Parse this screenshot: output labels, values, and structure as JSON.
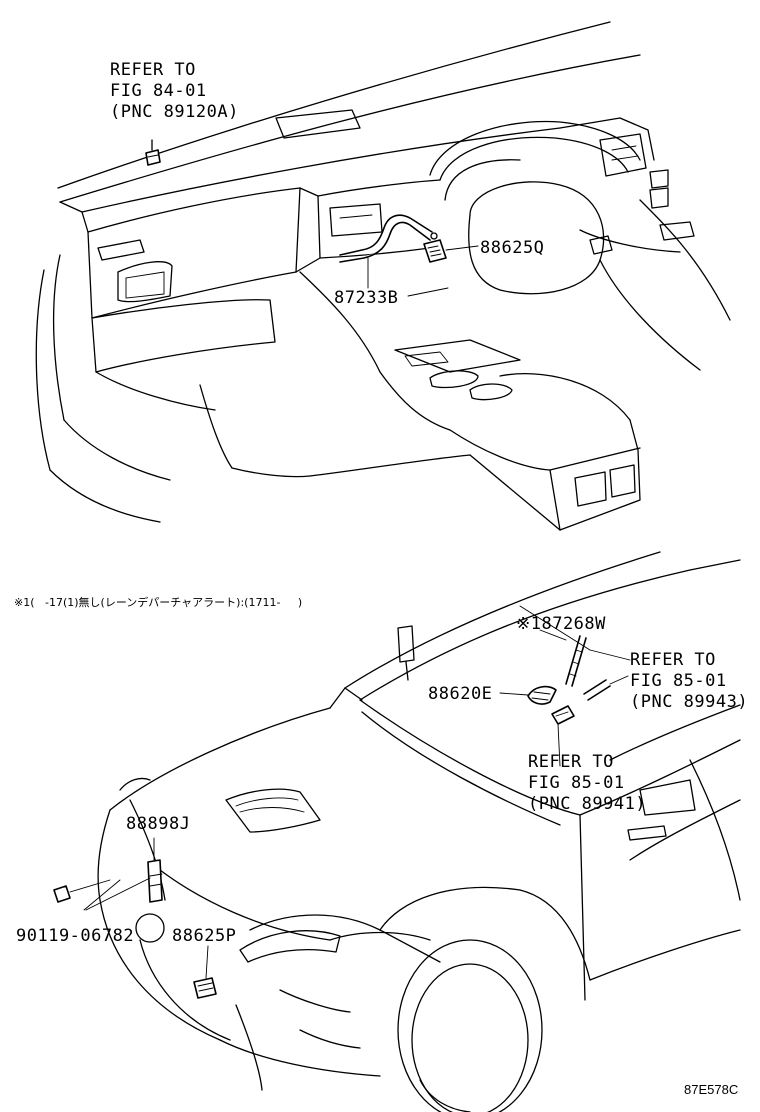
{
  "labels": {
    "ref_top_line1": "REFER TO",
    "ref_top_line2": "FIG 84-01",
    "ref_top_line3": "(PNC 89120A)",
    "part_88625Q": "88625Q",
    "part_87233B": "87233B",
    "note_line": "※1(   -17(1)無し(レーンデパーチャアラート):(1711-     )",
    "part_87268W": "※187268W",
    "ref_right1_line1": "REFER TO",
    "ref_right1_line2": "FIG 85-01",
    "ref_right1_line3": "(PNC 89943)",
    "part_88620E": "88620E",
    "ref_right2_line1": "REFER TO",
    "ref_right2_line2": "FIG 85-01",
    "ref_right2_line3": "(PNC 89941)",
    "part_88898J": "88898J",
    "part_90119": "90119-06782",
    "part_88625P": "88625P",
    "diagram_code": "87E578C"
  }
}
